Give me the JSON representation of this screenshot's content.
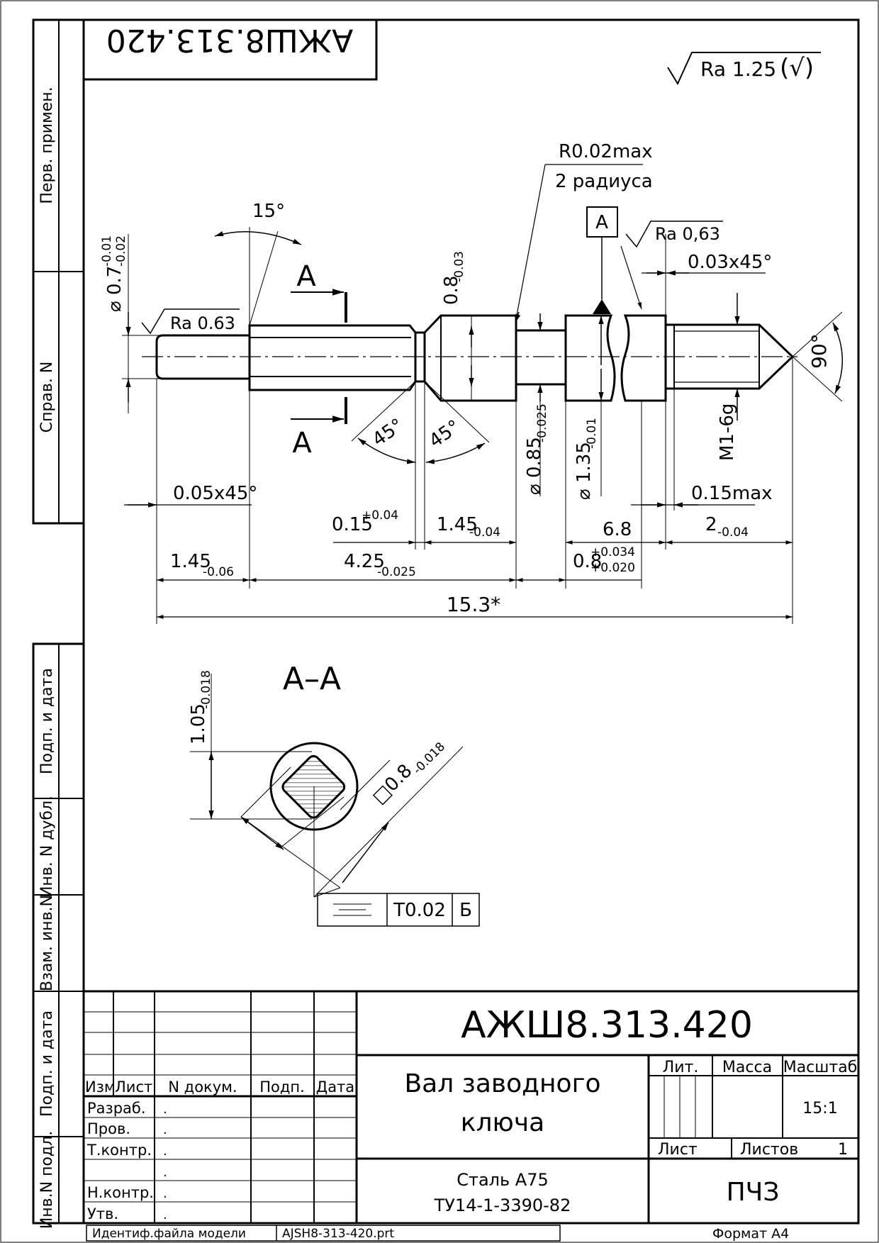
{
  "drawing_code": "АЖШ8.313.420",
  "roughness_general": "Ra 1.25",
  "roughness_note": "(√)",
  "notes": {
    "radius": "R0.02max",
    "radius_count": "2 радиуса",
    "datum": "A",
    "ra_right": "Ra 0,63",
    "ra_left": "Ra 0.63",
    "chamfer_right": "0.03x45°",
    "chamfer_left": "0.05x45°",
    "angle_15": "15°",
    "angle_45a": "45°",
    "angle_45b": "45°",
    "angle_90": "90°",
    "section_a_top": "A",
    "section_a_bottom": "A",
    "thread": "M1-6g",
    "max015": "0.15max"
  },
  "dimensions": {
    "dia07": "0.7",
    "dia07_tol_u": "-0.01",
    "dia07_tol_l": "-0.02",
    "d08": "0.8",
    "d08_tol": "-0.03",
    "d085": "0.85",
    "d085_tol": "-0.025",
    "d135": "1.35",
    "d135_tol": "-0.01",
    "l015": "0.15",
    "l015_tol": "+0.04",
    "l145a": "1.45",
    "l145a_tol": "-0.04",
    "l68": "6.8",
    "l2": "2",
    "l2_tol": "-0.04",
    "l145b": "1.45",
    "l145b_tol": "-0.06",
    "l425": "4.25",
    "l425_tol": "-0.025",
    "l08": "0.8",
    "l08_tol_u": "+0.034",
    "l08_tol_l": "+0.020",
    "total": "15.3*"
  },
  "section": {
    "title": "A–A",
    "h": "1.05",
    "h_tol": "-0.018",
    "sq": "□0.8",
    "sq_tol": "-0.018",
    "tol_sym": "⌯",
    "tol_value": "T0.02",
    "tol_datum": "Б"
  },
  "sidebar": {
    "perv": "Перв. примен.",
    "sprav": "Справ. N",
    "podp1": "Подп. и дата",
    "inv_dubl": "Инв. N дубл.",
    "vzam": "Взам. инв.N",
    "podp2": "Подп. и дата",
    "inv_podl": "Инв.N подл."
  },
  "title_block": {
    "code": "АЖШ8.313.420",
    "name_line1": "Вал заводного",
    "name_line2": "ключа",
    "material_line1": "Сталь А75",
    "material_line2": "ТУ14-1-3390-82",
    "org": "ПЧЗ",
    "h_izm": "Изм",
    "h_list": "Лист",
    "h_ndoc": "N докум.",
    "h_podp": "Подп.",
    "h_data": "Дата",
    "r_razrab": "Разраб.",
    "r_prov": "Пров.",
    "r_tkontr": "Т.контр.",
    "r_nkontr": "Н.контр.",
    "r_utv": "Утв.",
    "lit": "Лит.",
    "massa": "Масса",
    "masshtab": "Масштаб",
    "scale": "15:1",
    "list": "Лист",
    "listov": "Листов",
    "listov_val": "1",
    "dot": "."
  },
  "footer": {
    "file_label": "Идентиф.файла модели",
    "file_name": "AJSH8-313-420.prt",
    "format": "Формат А4"
  }
}
